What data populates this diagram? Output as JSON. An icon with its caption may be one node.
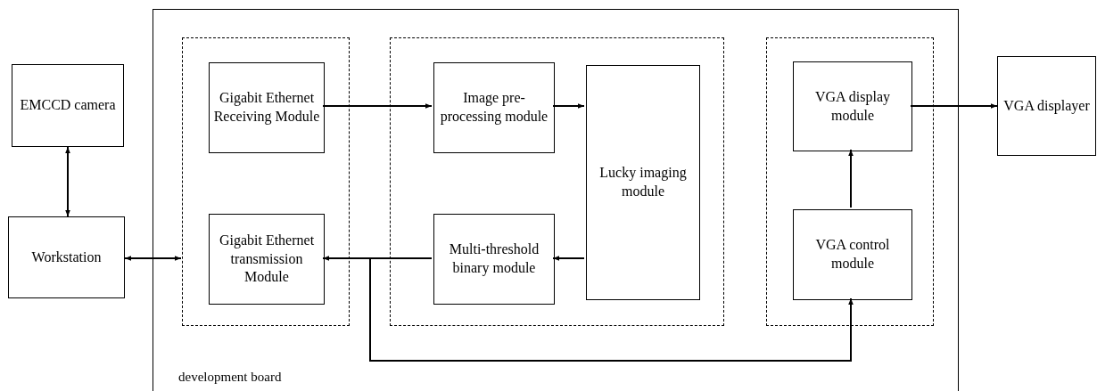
{
  "diagram": {
    "nodes": [
      {
        "text": [
          "development board"
        ]
      },
      {
        "text": [
          "EMCCD camera"
        ]
      },
      {
        "text": [
          "Workstation"
        ]
      },
      {
        "text": [],
        "shape": "box",
        "in": 0
      },
      {
        "text": [
          "Gigabit Ethernet Receiving Module"
        ],
        "in": 3
      },
      {
        "text": [
          "Gigabit Ethernet transmission Module"
        ],
        "in": 3
      },
      {
        "text": [],
        "shape": "box",
        "in": 0
      },
      {
        "text": [
          "Image pre-processing module"
        ],
        "in": 6
      },
      {
        "text": [
          "Multi-threshold binary module"
        ],
        "in": 6
      },
      {
        "text": [
          "Lucky imaging module"
        ],
        "in": 6
      },
      {
        "text": [],
        "shape": "box",
        "in": 0
      },
      {
        "text": [
          "VGA display module"
        ],
        "in": 10
      },
      {
        "text": [
          "VGA control module"
        ],
        "in": 10
      },
      {
        "text": [
          "VGA displayer"
        ]
      }
    ],
    "edges": [
      {
        "from": 1,
        "to": 2,
        "arrow": "both"
      },
      {
        "from": 2,
        "to": 3,
        "arrow": "both"
      },
      {
        "from": 4,
        "to": 7,
        "arrow": "to"
      },
      {
        "from": 7,
        "to": 9,
        "arrow": "to"
      },
      {
        "from": 9,
        "to": 8,
        "arrow": "to"
      },
      {
        "from": 8,
        "to": 5,
        "arrow": "to"
      },
      {
        "from": 8,
        "to": 12,
        "arrow": "to"
      },
      {
        "from": 12,
        "to": 11,
        "arrow": "to"
      },
      {
        "from": 11,
        "to": 13,
        "arrow": "to"
      }
    ]
  }
}
